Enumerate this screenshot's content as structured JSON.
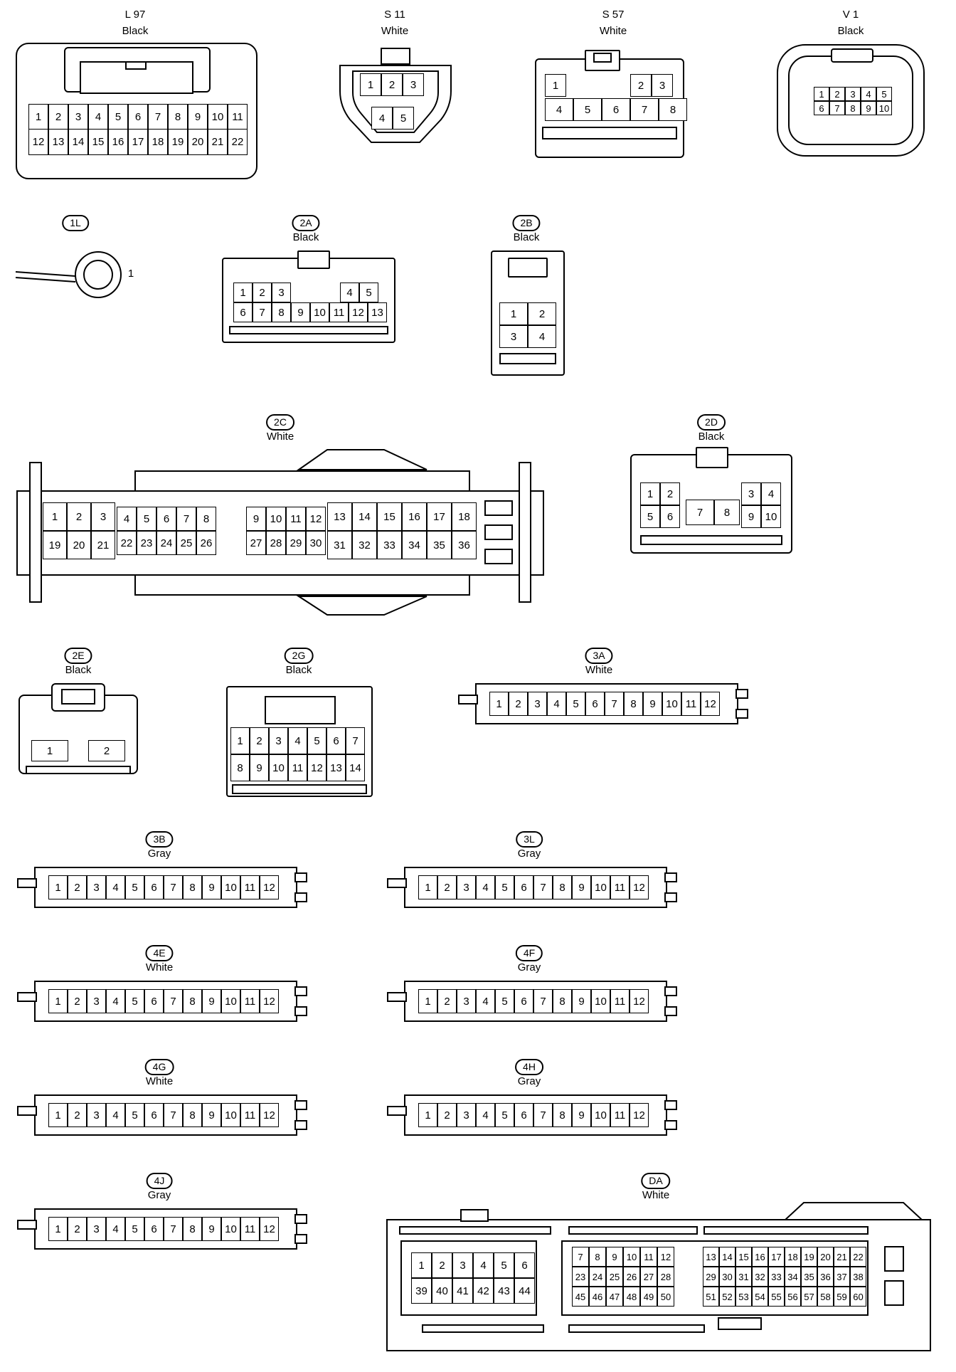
{
  "connectors": [
    {
      "id": "L97",
      "label": "L 97",
      "color": "Black",
      "pills": false,
      "pins": [
        "1",
        "2",
        "3",
        "4",
        "5",
        "6",
        "7",
        "8",
        "9",
        "10",
        "11",
        "12",
        "13",
        "14",
        "15",
        "16",
        "17",
        "18",
        "19",
        "20",
        "21",
        "22"
      ]
    },
    {
      "id": "S11",
      "label": "S 11",
      "color": "White",
      "pills": false,
      "pins": [
        "1",
        "2",
        "3",
        "4",
        "5"
      ]
    },
    {
      "id": "S57",
      "label": "S 57",
      "color": "White",
      "pills": false,
      "pins": [
        "1",
        "2",
        "3",
        "4",
        "5",
        "6",
        "7",
        "8"
      ]
    },
    {
      "id": "V1",
      "label": "V 1",
      "color": "Black",
      "pills": false,
      "pins": [
        "1",
        "2",
        "3",
        "4",
        "5",
        "6",
        "7",
        "8",
        "9",
        "10"
      ]
    },
    {
      "id": "1L",
      "label": "1L",
      "color": "",
      "pills": true,
      "pins": [
        "1"
      ]
    },
    {
      "id": "2A",
      "label": "2A",
      "color": "Black",
      "pills": true,
      "pins": [
        "1",
        "2",
        "3",
        "4",
        "5",
        "6",
        "7",
        "8",
        "9",
        "10",
        "11",
        "12",
        "13"
      ]
    },
    {
      "id": "2B",
      "label": "2B",
      "color": "Black",
      "pills": true,
      "pins": [
        "1",
        "2",
        "3",
        "4"
      ]
    },
    {
      "id": "2C",
      "label": "2C",
      "color": "White",
      "pills": true,
      "pins": [
        "1",
        "2",
        "3",
        "4",
        "5",
        "6",
        "7",
        "8",
        "9",
        "10",
        "11",
        "12",
        "13",
        "14",
        "15",
        "16",
        "17",
        "18",
        "19",
        "20",
        "21",
        "22",
        "23",
        "24",
        "25",
        "26",
        "27",
        "28",
        "29",
        "30",
        "31",
        "32",
        "33",
        "34",
        "35",
        "36"
      ]
    },
    {
      "id": "2D",
      "label": "2D",
      "color": "Black",
      "pills": true,
      "pins": [
        "1",
        "2",
        "3",
        "4",
        "5",
        "6",
        "7",
        "8",
        "9",
        "10"
      ]
    },
    {
      "id": "2E",
      "label": "2E",
      "color": "Black",
      "pills": true,
      "pins": [
        "1",
        "2"
      ]
    },
    {
      "id": "2G",
      "label": "2G",
      "color": "Black",
      "pills": true,
      "pins": [
        "1",
        "2",
        "3",
        "4",
        "5",
        "6",
        "7",
        "8",
        "9",
        "10",
        "11",
        "12",
        "13",
        "14"
      ]
    },
    {
      "id": "3A",
      "label": "3A",
      "color": "White",
      "pills": true,
      "pins": [
        "1",
        "2",
        "3",
        "4",
        "5",
        "6",
        "7",
        "8",
        "9",
        "10",
        "11",
        "12"
      ]
    },
    {
      "id": "3B",
      "label": "3B",
      "color": "Gray",
      "pills": true,
      "pins": [
        "1",
        "2",
        "3",
        "4",
        "5",
        "6",
        "7",
        "8",
        "9",
        "10",
        "11",
        "12"
      ]
    },
    {
      "id": "3L",
      "label": "3L",
      "color": "Gray",
      "pills": true,
      "pins": [
        "1",
        "2",
        "3",
        "4",
        "5",
        "6",
        "7",
        "8",
        "9",
        "10",
        "11",
        "12"
      ]
    },
    {
      "id": "4E",
      "label": "4E",
      "color": "White",
      "pills": true,
      "pins": [
        "1",
        "2",
        "3",
        "4",
        "5",
        "6",
        "7",
        "8",
        "9",
        "10",
        "11",
        "12"
      ]
    },
    {
      "id": "4F",
      "label": "4F",
      "color": "Gray",
      "pills": true,
      "pins": [
        "1",
        "2",
        "3",
        "4",
        "5",
        "6",
        "7",
        "8",
        "9",
        "10",
        "11",
        "12"
      ]
    },
    {
      "id": "4G",
      "label": "4G",
      "color": "White",
      "pills": true,
      "pins": [
        "1",
        "2",
        "3",
        "4",
        "5",
        "6",
        "7",
        "8",
        "9",
        "10",
        "11",
        "12"
      ]
    },
    {
      "id": "4H",
      "label": "4H",
      "color": "Gray",
      "pills": true,
      "pins": [
        "1",
        "2",
        "3",
        "4",
        "5",
        "6",
        "7",
        "8",
        "9",
        "10",
        "11",
        "12"
      ]
    },
    {
      "id": "4J",
      "label": "4J",
      "color": "Gray",
      "pills": true,
      "pins": [
        "1",
        "2",
        "3",
        "4",
        "5",
        "6",
        "7",
        "8",
        "9",
        "10",
        "11",
        "12"
      ]
    },
    {
      "id": "DA",
      "label": "DA",
      "color": "White",
      "pills": true,
      "pins": [
        "1",
        "2",
        "3",
        "4",
        "5",
        "6",
        "7",
        "8",
        "9",
        "10",
        "11",
        "12",
        "13",
        "14",
        "15",
        "16",
        "17",
        "18",
        "19",
        "20",
        "21",
        "22",
        "23",
        "24",
        "25",
        "26",
        "27",
        "28",
        "29",
        "30",
        "31",
        "32",
        "33",
        "34",
        "35",
        "36",
        "37",
        "38",
        "39",
        "40",
        "41",
        "42",
        "43",
        "44",
        "45",
        "46",
        "47",
        "48",
        "49",
        "50",
        "51",
        "52",
        "53",
        "54",
        "55",
        "56",
        "57",
        "58",
        "59",
        "60"
      ]
    }
  ]
}
